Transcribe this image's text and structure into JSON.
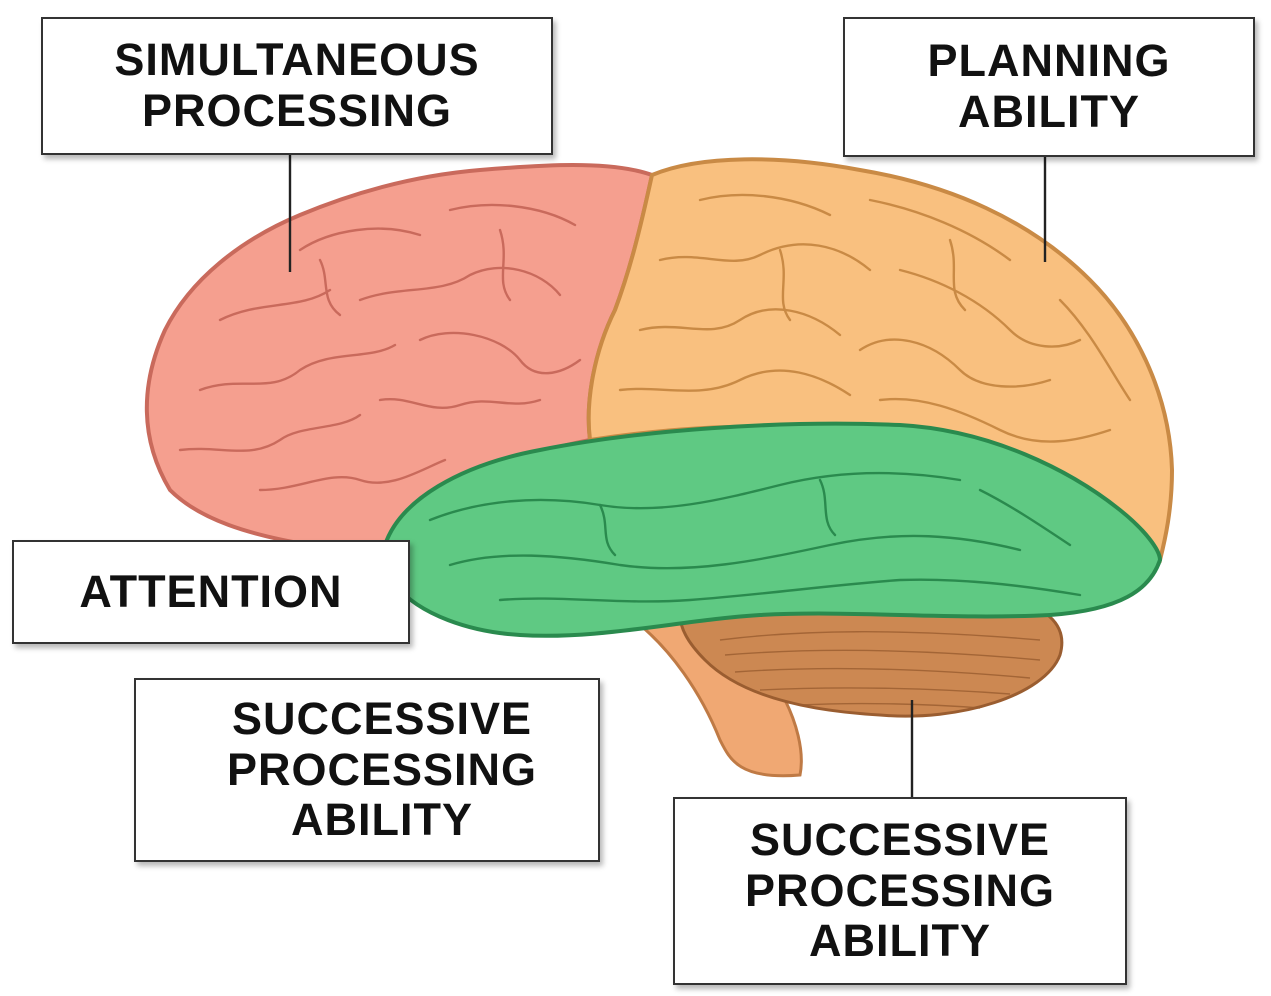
{
  "labels": {
    "simultaneous_processing": [
      "SIMULTANEOUS",
      "PROCESSING"
    ],
    "planning_ability": [
      "PLANNING",
      "ABILITY"
    ],
    "attention": [
      "ATTENTION"
    ],
    "successive_processing_left": [
      "SUCCESSIVE",
      "PROCESSING",
      "ABILITY"
    ],
    "successive_processing_right": [
      "SUCCESSIVE",
      "PROCESSING",
      "ABILITY"
    ]
  },
  "regions": {
    "occipital_parietal": {
      "color": "#f59f8f",
      "stroke": "#c96a5c"
    },
    "frontal": {
      "color": "#f9c07f",
      "stroke": "#c98a45"
    },
    "temporal": {
      "color": "#5fc983",
      "stroke": "#2a8a4e"
    },
    "cerebellum": {
      "color": "#cc8852",
      "stroke": "#9a5d30"
    },
    "brainstem": {
      "color": "#f0a873",
      "stroke": "#bf7a45"
    }
  }
}
